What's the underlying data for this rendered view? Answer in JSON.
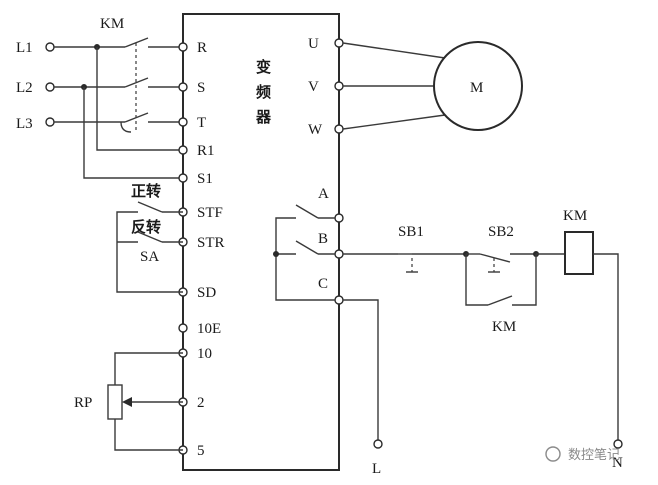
{
  "inverter": {
    "title_chars": [
      "变",
      "频",
      "器"
    ]
  },
  "supply": {
    "inputs": [
      "L1",
      "L2",
      "L3"
    ],
    "contactor": "KM"
  },
  "input_terminals": [
    "R",
    "S",
    "T",
    "R1",
    "S1",
    "STF",
    "STR",
    "SD",
    "10E",
    "10",
    "2",
    "5"
  ],
  "output_terminals": [
    "U",
    "V",
    "W"
  ],
  "motor": "M",
  "relay_terminals": [
    "A",
    "B",
    "C"
  ],
  "switch": {
    "forward": "正转",
    "reverse": "反转",
    "name": "SA"
  },
  "potentiometer": "RP",
  "control": {
    "stop_button": "SB1",
    "start_button": "SB2",
    "coil": "KM",
    "hold_contact": "KM",
    "line": "L",
    "neutral": "N"
  },
  "watermark": "数控笔记"
}
